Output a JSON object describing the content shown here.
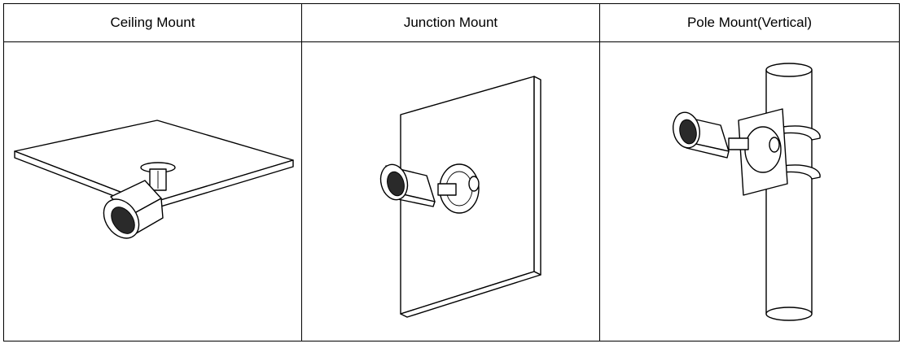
{
  "table": {
    "headers": [
      "Ceiling Mount",
      "Junction Mount",
      "Pole Mount(Vertical)"
    ]
  }
}
